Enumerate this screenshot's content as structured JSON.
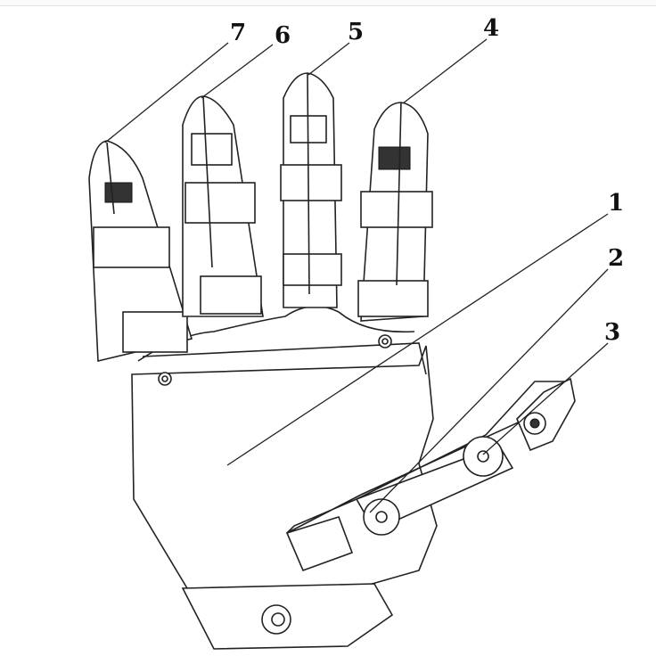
{
  "figure": {
    "labels": [
      "1",
      "2",
      "3",
      "4",
      "5",
      "6",
      "7"
    ],
    "colors": {
      "line": "#222222",
      "background": "#ffffff"
    }
  }
}
